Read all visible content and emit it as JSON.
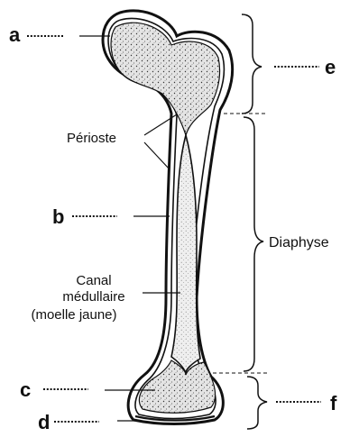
{
  "labels": {
    "a": "a",
    "b": "b",
    "c": "c",
    "d": "d",
    "e": "e",
    "f": "f",
    "periosteum": "Périoste",
    "diaphysis": "Diaphyse",
    "canal_line1": "Canal",
    "canal_line2": "médullaire",
    "canal_line3": "(moelle jaune)"
  }
}
